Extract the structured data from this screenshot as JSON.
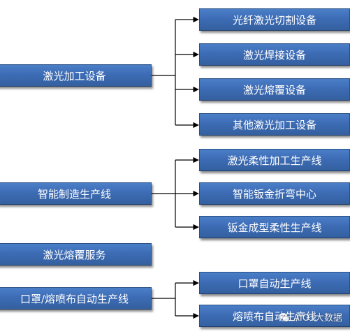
{
  "diagram": {
    "categories": [
      {
        "label": "激光加工设备",
        "children": [
          "光纤激光切割设备",
          "激光焊接设备",
          "激光熔覆设备",
          "其他激光加工设备"
        ]
      },
      {
        "label": "智能制造生产线",
        "children": [
          "激光柔性加工生产线",
          "智能钣金折弯中心",
          "钣金成型柔性生产线"
        ]
      },
      {
        "label": "激光熔覆服务",
        "children": []
      },
      {
        "label": "口罩/熔喷布自动生产线",
        "children": [
          "口罩自动生产线",
          "熔喷布自动生产线"
        ]
      }
    ]
  },
  "watermark": {
    "text": "AIOT大数据",
    "icon": "wechat-icon"
  }
}
